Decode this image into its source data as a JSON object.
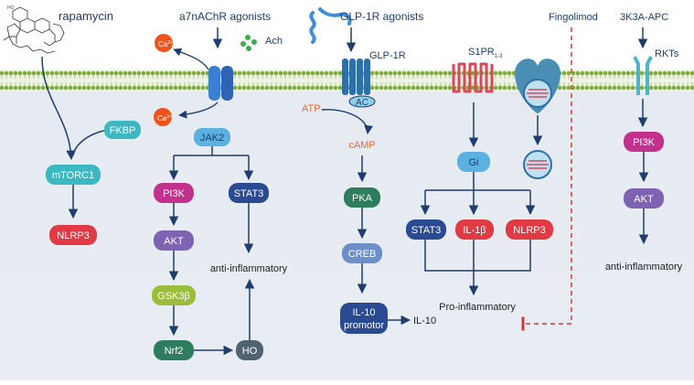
{
  "labels": {
    "rapamycin": "rapamycin",
    "a7nachr": "a7nAChR agonists",
    "glp1r_agonists": "GLP-1R agonists",
    "fingolimod": "Fingolimod",
    "apc3k3a": "3K3A-APC",
    "ach": "Ach",
    "glp1r": "GLP-1R",
    "s1pr_main": "S1PR",
    "s1pr_sub": "1-3",
    "rkts": "RKTs",
    "ac": "AC",
    "atp": "ATP",
    "camp": "cAMP",
    "anti_inflammatory_left": "anti-inflammatory",
    "anti_inflammatory_right": "anti-inflammatory",
    "pro_inflammatory": "Pro-inflammatory",
    "il10_out": "IL-10",
    "ca_top_base": "Ca",
    "ca_top_sup": "2+",
    "ca_bottom_base": "Ca",
    "ca_bottom_sup": "2+"
  },
  "nodes": {
    "fkbp": "FKBP",
    "mtorc1": "mTORC1",
    "nlrp3_left": "NLRP3",
    "jak2": "JAK2",
    "pi3k_left": "PI3K",
    "stat3_left": "STAT3",
    "akt_left": "AKT",
    "gsk3b": "GSK3β",
    "nrf2": "Nrf2",
    "ho": "HO",
    "pka": "PKA",
    "creb": "CREB",
    "il10_promotor_line1": "IL-10",
    "il10_promotor_line2": "promotor",
    "gi": "Gi",
    "stat3_mid": "STAT3",
    "il1b": "IL-1β",
    "nlrp3_mid": "NLRP3",
    "pi3k_right": "PI3K",
    "akt_right": "AKT"
  },
  "colors": {
    "arrow": "#1f3d6e",
    "teal": "#3bb8c2",
    "magenta": "#c2318c",
    "purple": "#7f63b3",
    "olive": "#9bbf3b",
    "darkgreen": "#2e7d5e",
    "navy": "#2a4a92",
    "red": "#e03b44",
    "lightblue": "#5bb1e0",
    "steelblue": "#6c8fc8",
    "ca_orange": "#f0521c",
    "atp_orange": "#f06a2d",
    "dashed_red": "#d9363e"
  }
}
